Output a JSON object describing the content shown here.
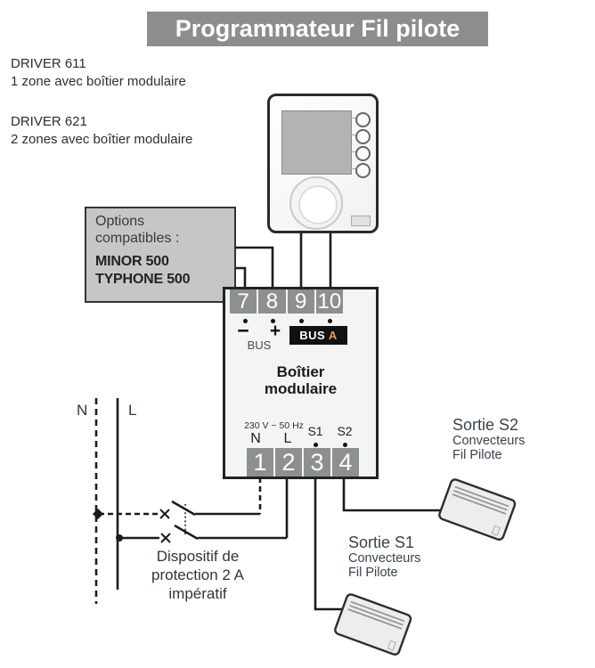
{
  "title": "Programmateur Fil pilote",
  "drivers": [
    {
      "name": "DRIVER 611",
      "desc": "1 zone avec boîtier modulaire"
    },
    {
      "name": "DRIVER 621",
      "desc": "2 zones avec boîtier modulaire"
    }
  ],
  "options_box": {
    "head_line1": "Options",
    "head_line2": "compatibles :",
    "items": [
      "MINOR 500",
      "TYPHONE 500"
    ]
  },
  "module": {
    "top_terminals": [
      "7",
      "8",
      "9",
      "10"
    ],
    "bottom_terminals": [
      "1",
      "2",
      "3",
      "4"
    ],
    "minus": "−",
    "plus": "+",
    "bus_label": "BUS",
    "bus_a": {
      "bus": "BUS",
      "a": "A"
    },
    "name_line1": "Boîtier",
    "name_line2": "modulaire",
    "power": "230 V ~ 50 Hz",
    "n": "N",
    "l": "L",
    "s1": "S1",
    "s2": "S2"
  },
  "mains": {
    "n": "N",
    "l": "L",
    "protection_line1": "Dispositif de",
    "protection_line2": "protection 2 A",
    "protection_line3": "impératif"
  },
  "outputs": {
    "s2": {
      "title": "Sortie S2",
      "line2": "Convecteurs",
      "line3": "Fil Pilote"
    },
    "s1": {
      "title": "Sortie S1",
      "line2": "Convecteurs",
      "line3": "Fil Pilote"
    }
  },
  "colors": {
    "banner_bg": "#8b8d8e",
    "terminal_bg": "#8d9091",
    "options_bg": "#c6c6c6",
    "bus_a_accent": "#e89c3c",
    "wire": "#1c1c1c",
    "caption_text": "#39424c"
  }
}
